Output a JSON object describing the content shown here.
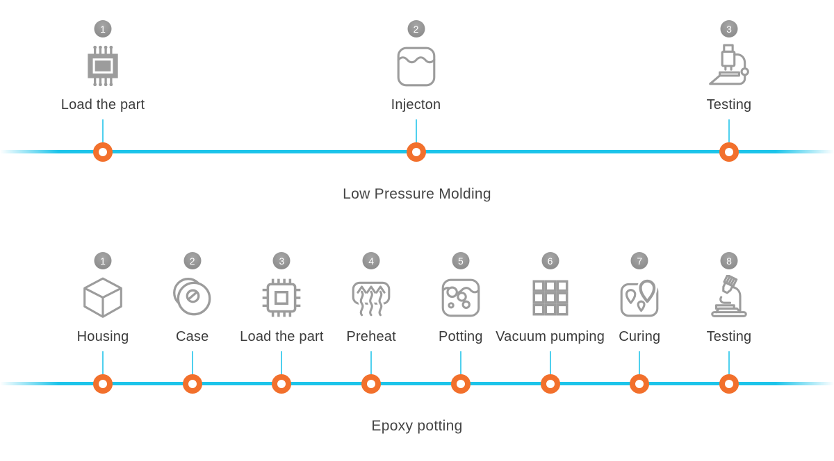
{
  "colors": {
    "timeline": "#1cc4ea",
    "connector": "#4fd0ee",
    "marker": "#f2702c",
    "icon": "#9c9c9c",
    "badge": "#8d8d8d",
    "label_text": "#3c3c3c",
    "title_text": "#454545"
  },
  "sections": [
    {
      "title": "Low Pressure Molding",
      "steps": [
        {
          "number": "1",
          "label": "Load the part",
          "icon": "chip-filled"
        },
        {
          "number": "2",
          "label": "Injecton",
          "icon": "container"
        },
        {
          "number": "3",
          "label": "Testing",
          "icon": "microscope"
        }
      ]
    },
    {
      "title": "Epoxy potting",
      "steps": [
        {
          "number": "1",
          "label": "Housing",
          "icon": "cube"
        },
        {
          "number": "2",
          "label": "Case",
          "icon": "case"
        },
        {
          "number": "3",
          "label": "Load the part",
          "icon": "chip-outline"
        },
        {
          "number": "4",
          "label": "Preheat",
          "icon": "preheat"
        },
        {
          "number": "5",
          "label": "Potting",
          "icon": "potting"
        },
        {
          "number": "6",
          "label": "Vacuum pumping",
          "icon": "grid"
        },
        {
          "number": "7",
          "label": "Curing",
          "icon": "map-pins"
        },
        {
          "number": "8",
          "label": "Testing",
          "icon": "microscope-tilted"
        }
      ]
    }
  ]
}
